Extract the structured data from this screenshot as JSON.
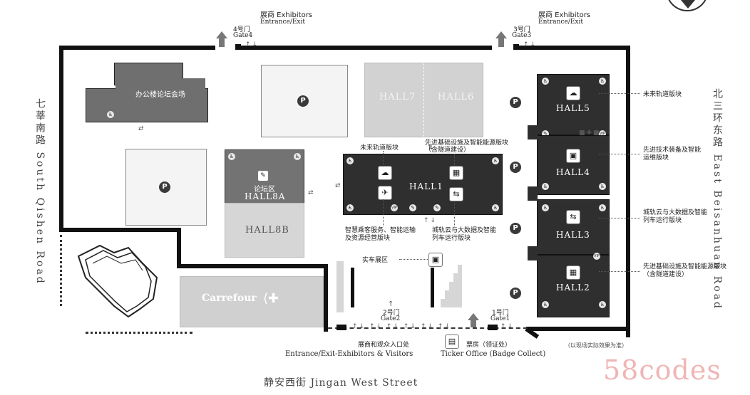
{
  "gates": {
    "gate4": {
      "cn": "4号门",
      "en": "Gate4"
    },
    "gate3": {
      "cn": "3号门",
      "en": "Gate3"
    },
    "gate2": {
      "cn": "2号门",
      "en": "Gate2"
    },
    "gate1": {
      "cn": "1号门",
      "en": "Gate1"
    }
  },
  "entrance_labels": {
    "top_left_cn": "展商 Exhibitors",
    "top_left_en": "Entrance/Exit",
    "top_right_cn": "展商 Exhibitors",
    "top_right_en": "Entrance/Exit",
    "bottom_cn": "展商和观众入口处",
    "bottom_en": "Entrance/Exit-Exhibitors & Visitors",
    "ticket_cn": "票房（领证处）",
    "ticket_en": "Ticker Office (Badge Collect)"
  },
  "halls": {
    "hall1": "HALL1",
    "hall2": "HALL2",
    "hall3": "HALL3",
    "hall4": "HALL4",
    "hall5": "HALL5",
    "hall6": "HALL6",
    "hall7": "HALL7",
    "hall8a_cn": "论坛区",
    "hall8a": "HALL8A",
    "hall8b": "HALL8B",
    "office_forum": "办公楼论坛会场",
    "carrefour": "Carrefour",
    "vehicle_area": "实车展区"
  },
  "zones": {
    "future_rail_top": "未来轨道版块",
    "advanced_infra_top": "先进基础设施及智能能源版块（含隧道建设）",
    "smart_passenger": "智慧乘客服务、智能运输及资源经营版块",
    "city_cloud_hall1": "城轨云与大数据及智能列车运行版块",
    "future_rail_right": "未来轨道版块",
    "advanced_equipment": "先进技术装备及智能运维版块",
    "city_cloud_right": "城轨云与大数据及智能列车运行版块",
    "advanced_infra_right": "先进基础设施及智能能源版块（含隧道建设）"
  },
  "roads": {
    "west": "七莘南路 South Qishen Road",
    "east": "北三环东路 East Beisanhuan Road",
    "south": "静安西街 Jingan West Street"
  },
  "note": "（以现场实际效果为准）",
  "watermark": "58codes",
  "icons": {
    "parking": "parking-icon",
    "restroom": "restroom-icon",
    "vip": "vip-icon"
  },
  "parking_glyph": "P",
  "vip_label": "VIP"
}
